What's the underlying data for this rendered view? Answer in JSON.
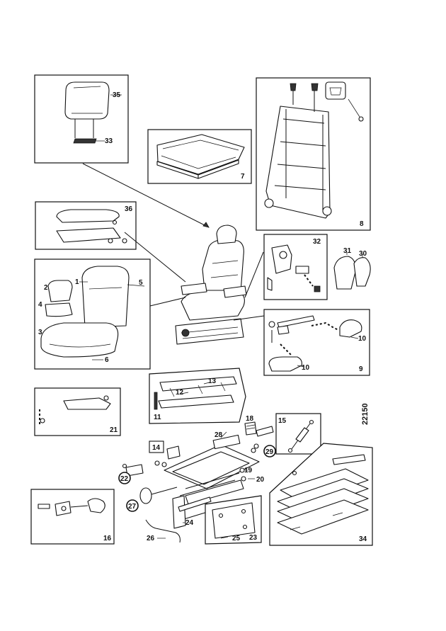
{
  "document_id": "22150",
  "callouts": {
    "c1": "1",
    "c2": "2",
    "c3": "3",
    "c4": "4",
    "c5": "5",
    "c6": "6",
    "c10a": "10",
    "c10b": "10",
    "c12": "12",
    "c13": "13",
    "c18": "18",
    "c19": "19",
    "c20": "20",
    "c24": "24",
    "c25": "25",
    "c26": "26",
    "c28": "28",
    "c30": "30",
    "c31": "31",
    "c33": "33",
    "c35": "35"
  },
  "circled": {
    "c22": "22",
    "c27": "27",
    "c29": "29"
  },
  "panels": {
    "p7": "7",
    "p8": "8",
    "p9": "9",
    "p11": "11",
    "p14": "14",
    "p15": "15",
    "p16": "16",
    "p21": "21",
    "p23": "23",
    "p32": "32",
    "p34": "34",
    "p36": "36"
  }
}
